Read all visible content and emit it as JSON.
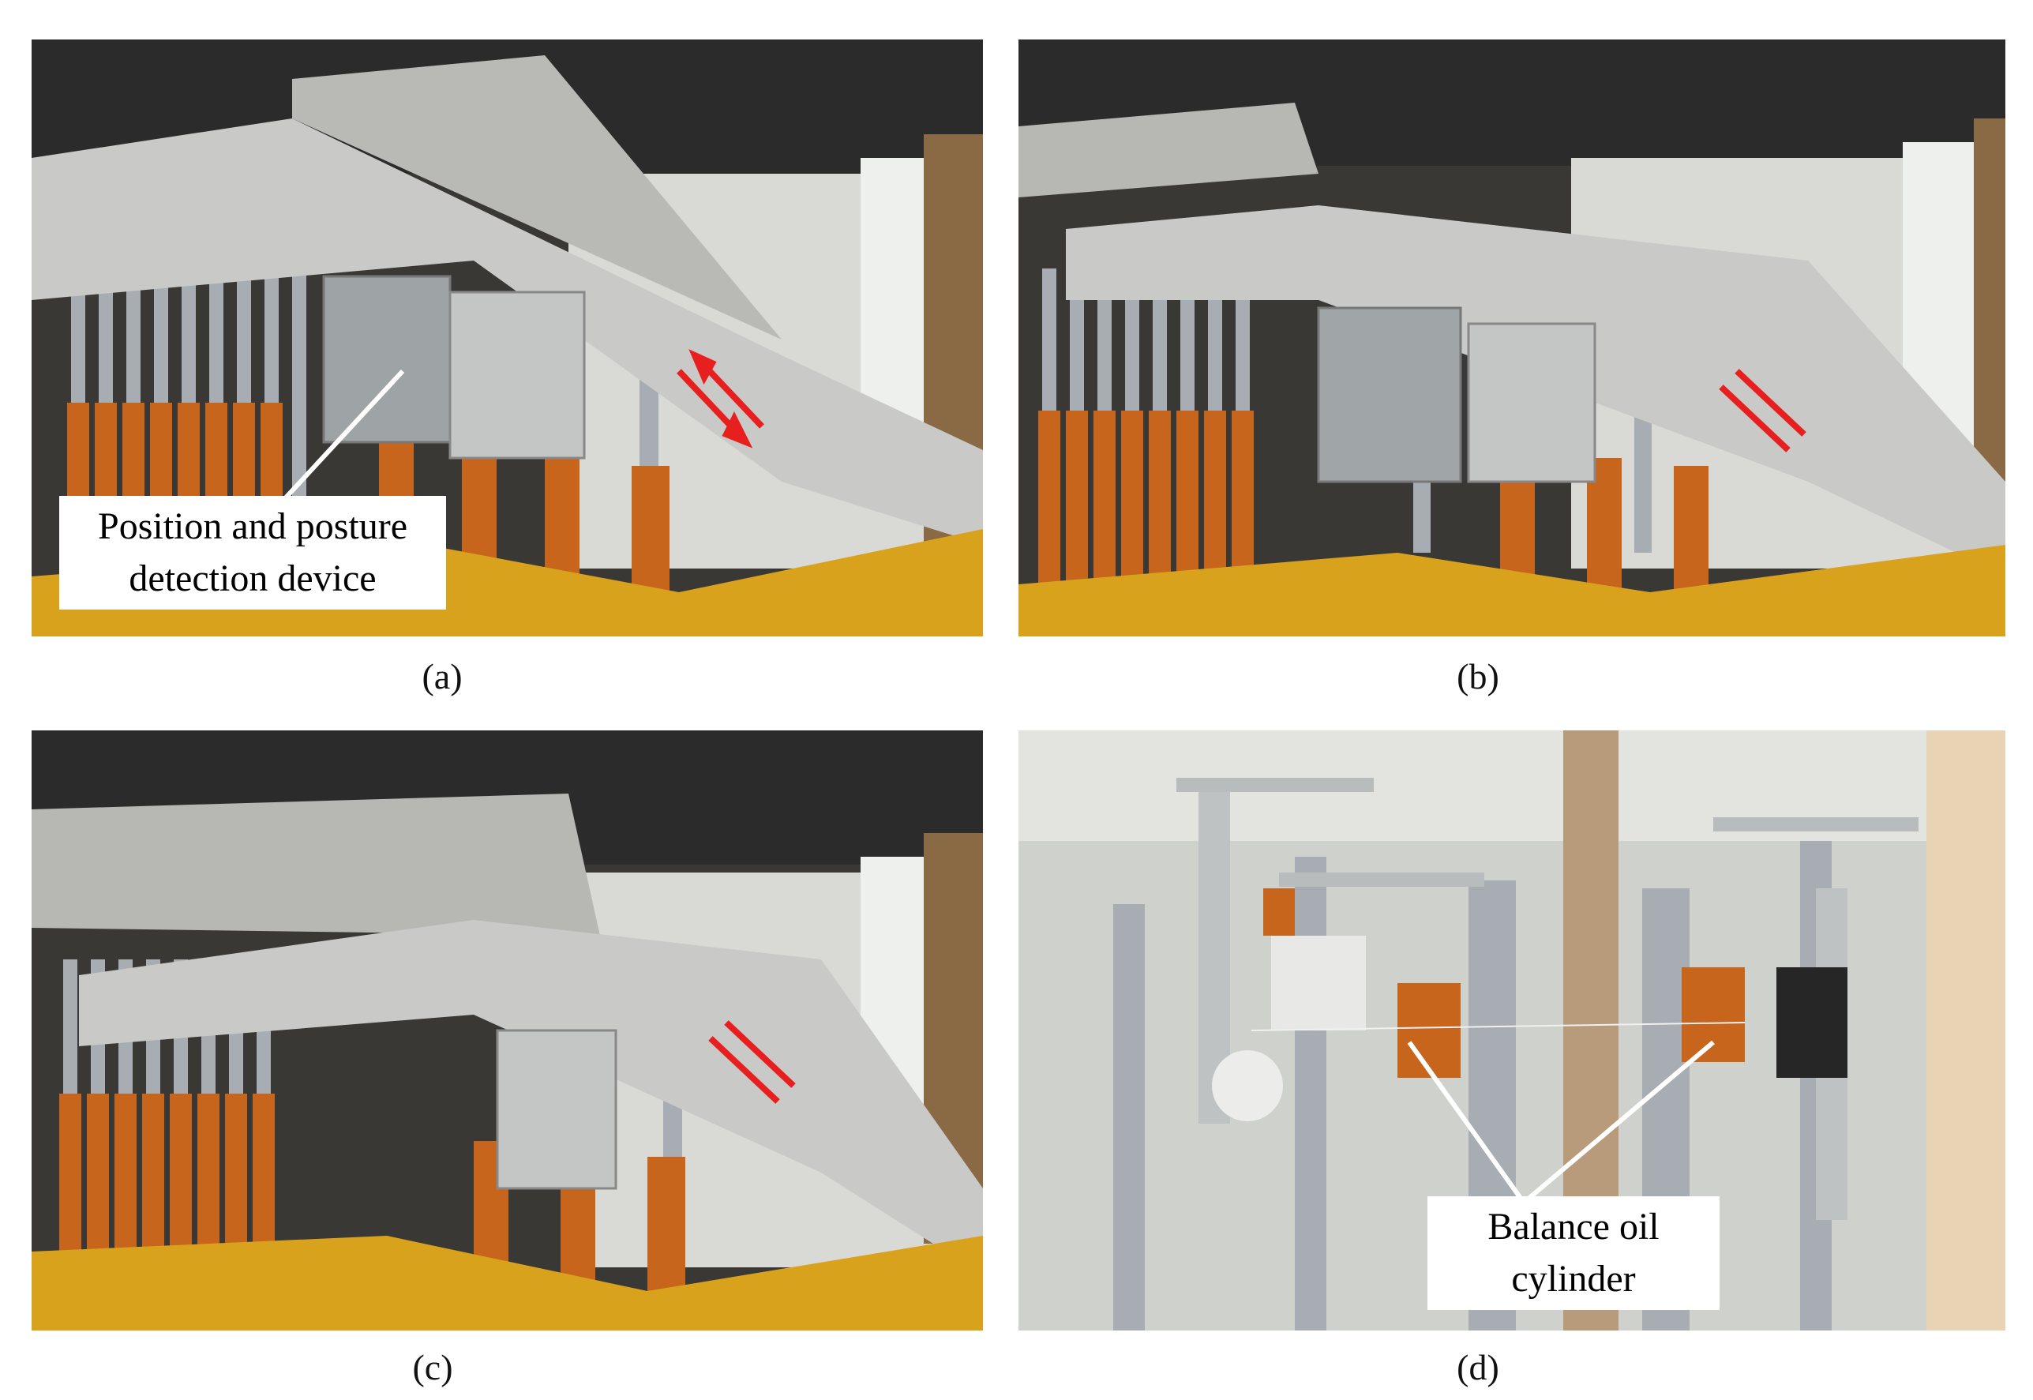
{
  "panels": {
    "a": {
      "caption": "(a)",
      "callout": {
        "line1": "Position and posture",
        "line2": "detection device"
      }
    },
    "b": {
      "caption": "(b)"
    },
    "c": {
      "caption": "(c)"
    },
    "d": {
      "caption": "(d)",
      "callout": {
        "line1": "Balance oil",
        "line2": "cylinder"
      }
    }
  },
  "colors": {
    "ceiling": "#2b2b2b",
    "canopy": "#c9c9c7",
    "cylinder_orange": "#c7651c",
    "piston_steel": "#a8adb3",
    "arrow_red": "#e81f1f",
    "base_yellow": "#d9a21c",
    "wall_light": "#d9dad5"
  },
  "icons": [
    "red-double-arrow-icon"
  ]
}
